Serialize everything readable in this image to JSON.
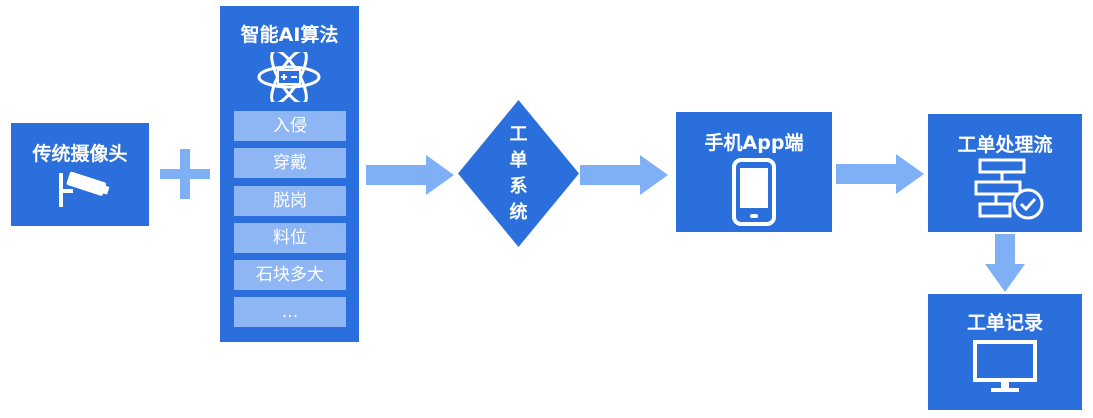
{
  "nodes": {
    "camera": {
      "label": "传统摄像头"
    },
    "ai": {
      "label": "智能AI算法",
      "items": [
        "入侵",
        "穿戴",
        "脱岗",
        "料位",
        "石块多大",
        "..."
      ]
    },
    "ticket_system": {
      "chars": [
        "工",
        "单",
        "系",
        "统"
      ]
    },
    "mobile": {
      "label": "手机App端"
    },
    "workflow": {
      "label": "工单处理流"
    },
    "records": {
      "label": "工单记录"
    }
  },
  "colors": {
    "box": "#2a6fdb",
    "arrow": "#7fb0f5",
    "item": "#8eb6f4"
  },
  "icons": {
    "camera": "cctv-camera-icon",
    "ai": "atom-icon",
    "mobile": "smartphone-icon",
    "workflow": "workflow-check-icon",
    "records": "monitor-icon"
  }
}
